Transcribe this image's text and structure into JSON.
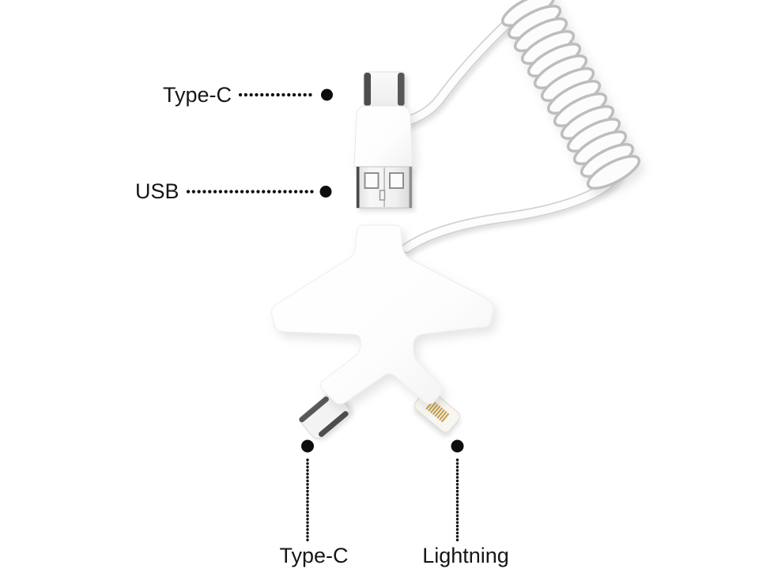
{
  "figure": {
    "kind": "product-callout-diagram",
    "subject": "3-in-1 coiled charging cable with splitter body and four labeled connectors"
  },
  "annotations": {
    "top_type_c": {
      "label": "Type-C",
      "target": "top Type-C plug"
    },
    "usb": {
      "label": "USB",
      "target": "USB-A plug"
    },
    "bottom_type_c": {
      "label": "Type-C",
      "target": "bottom Type-C plug"
    },
    "lightning": {
      "label": "Lightning",
      "target": "Lightning plug"
    }
  },
  "colors": {
    "background": "#ffffff",
    "label_text": "#161616",
    "leader_dots": "#0d0d0d",
    "product_white": "#fdfdfd",
    "shading_gray": "#c9c9c9",
    "connector_stripe_dark": "#4e4e4e",
    "usb_metal_edge": "#4a4a4a",
    "lightning_pins_gold": "#c49b3c"
  }
}
